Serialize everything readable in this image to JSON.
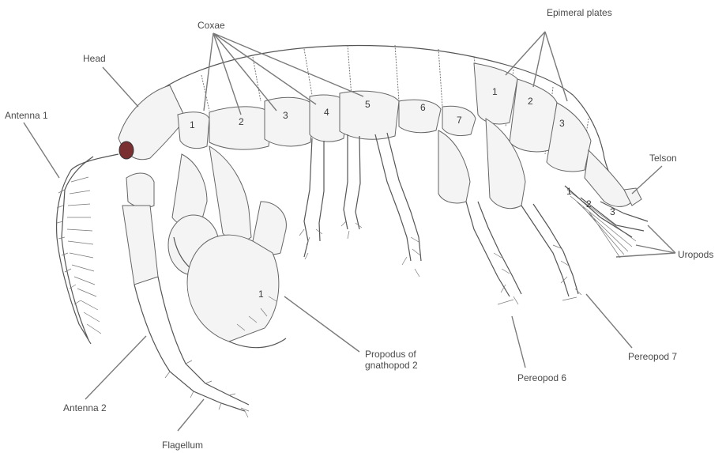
{
  "labels": {
    "coxae": "Coxae",
    "epimeral_plates": "Epimeral plates",
    "head": "Head",
    "antenna1": "Antenna 1",
    "antenna2": "Antenna 2",
    "flagellum": "Flagellum",
    "propodus_line1": "Propodus of",
    "propodus_line2": "gnathopod 2",
    "pereopod6": "Pereopod 6",
    "pereopod7": "Pereopod 7",
    "telson": "Telson",
    "uropods": "Uropods"
  },
  "coxa_numbers": [
    "1",
    "2",
    "3",
    "4",
    "5",
    "6",
    "7"
  ],
  "epimeral_numbers": [
    "1",
    "2",
    "3"
  ],
  "uropod_numbers": [
    "1",
    "2",
    "3"
  ],
  "gnathopod_mark": "1"
}
